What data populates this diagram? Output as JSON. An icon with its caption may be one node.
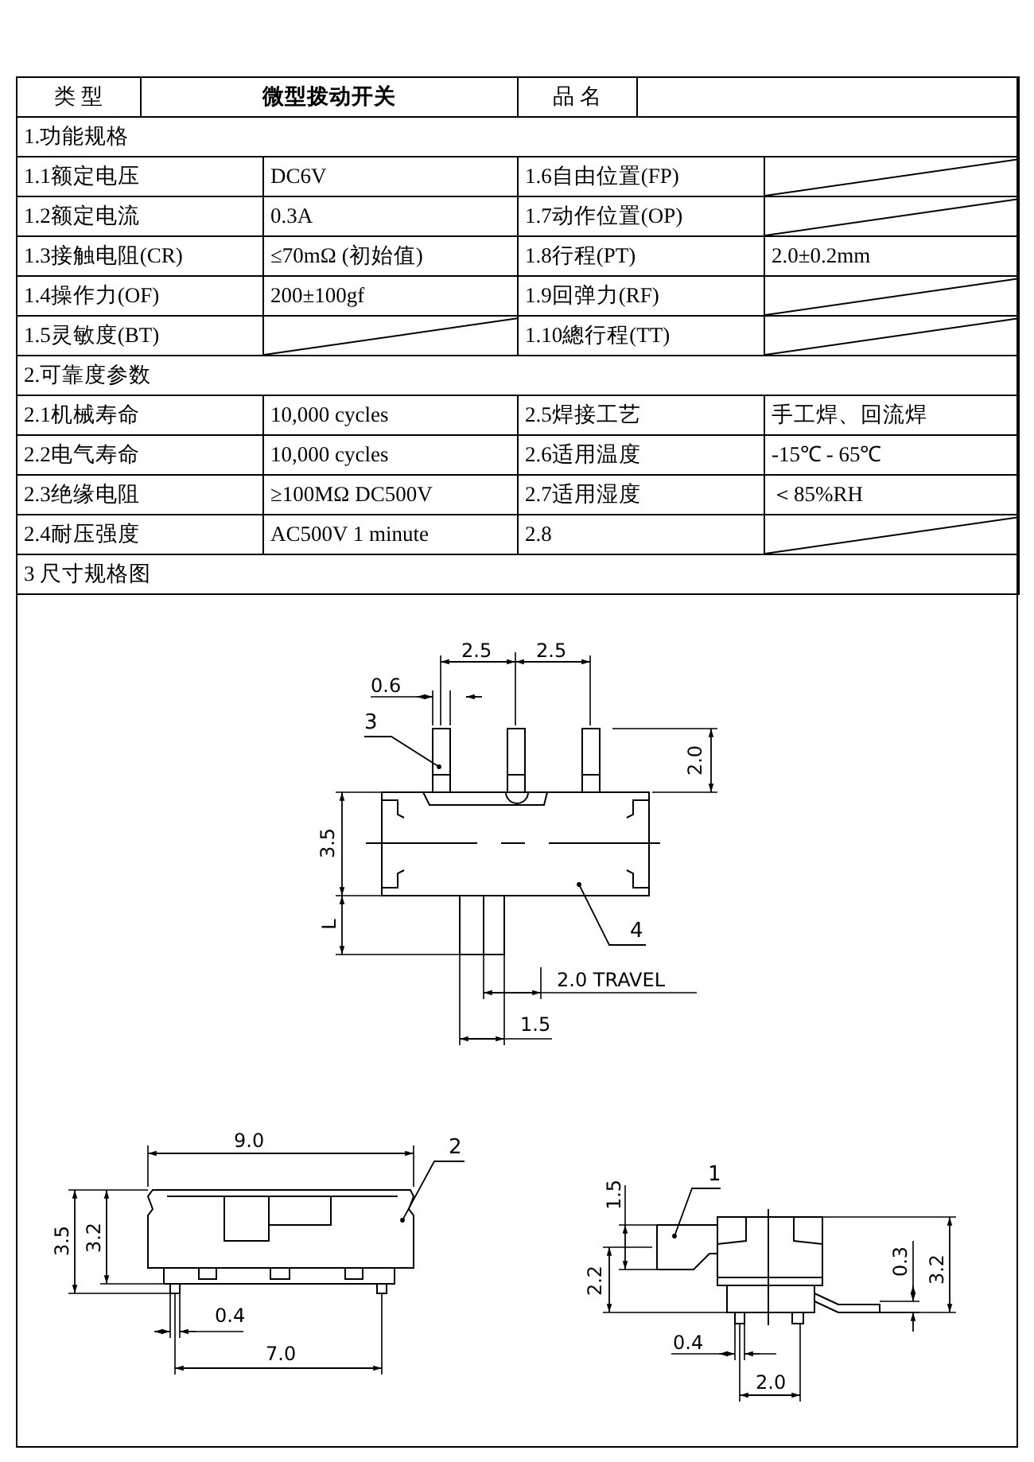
{
  "diagram": {
    "nodes": [
      {
        "text": [
          "3"
        ]
      },
      {
        "text": [
          "4"
        ]
      },
      {
        "text": [
          "2"
        ]
      },
      {
        "text": [
          "1"
        ]
      }
    ],
    "edges": [
      {
        "from": 0,
        "to": null,
        "arrow": "other"
      },
      {
        "from": 1,
        "to": null,
        "arrow": "other"
      },
      {
        "from": 2,
        "to": null,
        "arrow": "other"
      },
      {
        "from": 3,
        "to": null,
        "arrow": "other"
      }
    ],
    "labels": [
      "类 型",
      "微型拨动开关",
      "品 名",
      "1.功能规格",
      "1.1额定电压",
      "DC6V",
      "1.6自由位置(FP)",
      "1.2额定电流",
      "0.3A",
      "1.7动作位置(OP)",
      "1.3接触电阻(CR)",
      "≤70mΩ (初始值)",
      "1.8行程(PT)",
      "2.0±0.2mm",
      "1.4操作力(OF)",
      "200±100gf",
      "1.9回弹力(RF)",
      "1.5灵敏度(BT)",
      "1.10總行程(TT)",
      "2.可靠度参数",
      "2.1机械寿命",
      "10,000 cycles",
      "2.5焊接工艺",
      "手工焊、回流焊",
      "2.2电气寿命",
      "10,000 cycles",
      "2.6适用温度",
      "-15℃ - 65℃",
      "2.3绝缘电阻",
      "≥100MΩ DC500V",
      "2.7适用湿度",
      "＜85%RH",
      "2.4耐压强度",
      "AC500V 1 minute",
      "2.8",
      "3 尺寸规格图",
      "2.5",
      "2.5",
      "0.6",
      "2.0",
      "3.5",
      "L",
      "2.0 TRAVEL",
      "1.5",
      "9.0",
      "3.5",
      "3.2",
      "0.4",
      "7.0",
      "1.5",
      "2.2",
      "0.3",
      "3.2",
      "0.4",
      "2.0"
    ]
  }
}
